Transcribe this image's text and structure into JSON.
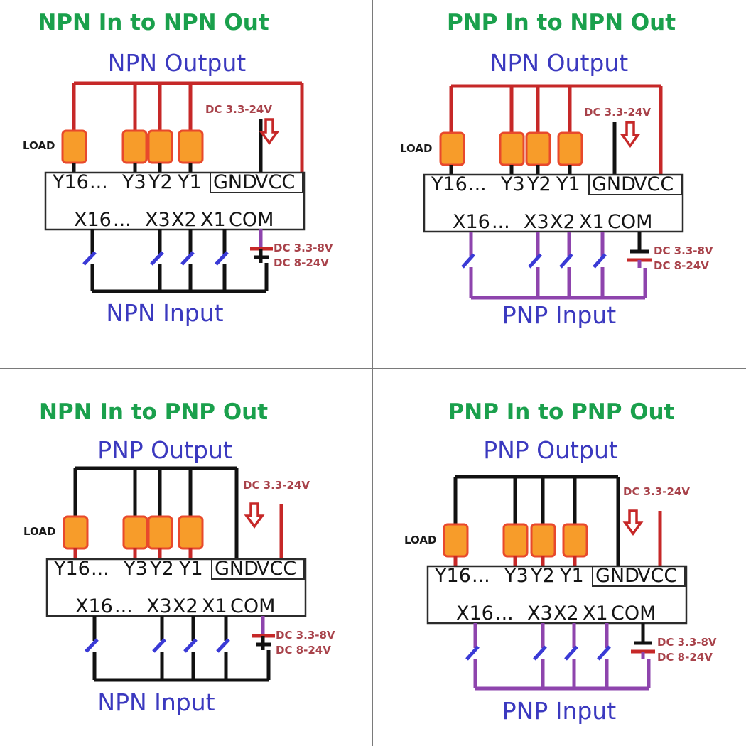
{
  "colors": {
    "title_green": "#1aa04c",
    "subtitle_blue": "#3b39bf",
    "wire_red": "#c62828",
    "wire_black": "#111111",
    "wire_purple": "#8e44ad",
    "load_fill": "#f79c2a",
    "load_stroke": "#e8492c",
    "switch_blue": "#3a3ad6",
    "voltage_label": "#a8424a",
    "divider_gray": "#7a7a7a",
    "terminal_box_stroke": "#2b2b2b"
  },
  "common": {
    "load_label": "LOAD",
    "output_terminals": [
      "Y16",
      "...",
      "Y3",
      "Y2",
      "Y1"
    ],
    "power_terminals": [
      "GND",
      "VCC"
    ],
    "input_terminals": [
      "X16",
      "...",
      "X3",
      "X2",
      "X1",
      "COM"
    ],
    "output_voltage_label": "DC 3.3-24V",
    "input_voltage_label_1": "DC 3.3-8V",
    "input_voltage_label_2": "DC 8-24V",
    "arrow_icon": "down-arrow-icon"
  },
  "quadrants": [
    {
      "id": "npn-in-npn-out",
      "position": "top-left",
      "title": "NPN In to NPN Out",
      "output_label": "NPN Output",
      "input_label": "NPN Input",
      "output_type": "NPN",
      "input_type": "NPN",
      "output_bus_color": "#c62828",
      "output_leg_color": "#111111",
      "output_power_wire": "black-to-GND",
      "input_wire_color": "#111111"
    },
    {
      "id": "pnp-in-npn-out",
      "position": "top-right",
      "title": "PNP In to NPN Out",
      "output_label": "NPN Output",
      "input_label": "PNP Input",
      "output_type": "NPN",
      "input_type": "PNP",
      "output_bus_color": "#c62828",
      "output_leg_color": "#111111",
      "output_power_wire": "black-to-GND",
      "input_wire_color": "#8e44ad"
    },
    {
      "id": "npn-in-pnp-out",
      "position": "bottom-left",
      "title": "NPN In to PNP Out",
      "output_label": "PNP Output",
      "input_label": "NPN Input",
      "output_type": "PNP",
      "input_type": "NPN",
      "output_bus_color": "#111111",
      "output_leg_color": "#c62828",
      "output_power_wire": "red-to-VCC",
      "input_wire_color": "#111111"
    },
    {
      "id": "pnp-in-pnp-out",
      "position": "bottom-right",
      "title": "PNP In to PNP Out",
      "output_label": "PNP Output",
      "input_label": "PNP Input",
      "output_type": "PNP",
      "input_type": "PNP",
      "output_bus_color": "#111111",
      "output_leg_color": "#c62828",
      "output_power_wire": "red-to-VCC",
      "input_wire_color": "#8e44ad"
    }
  ]
}
